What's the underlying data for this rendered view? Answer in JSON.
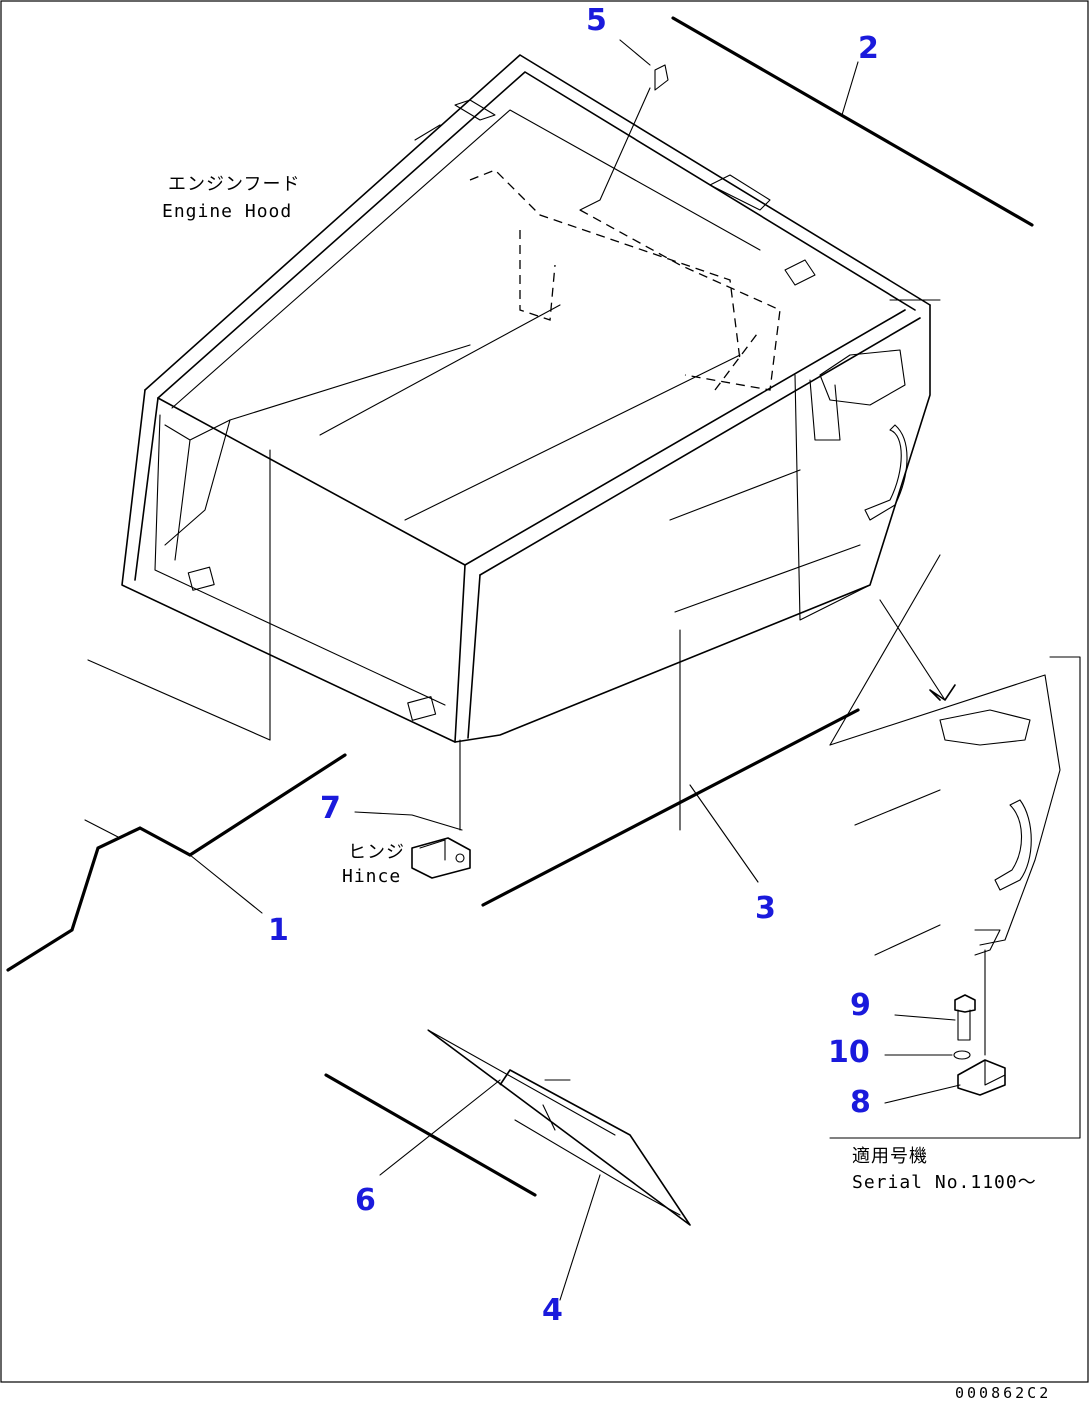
{
  "figure": {
    "drawing_code": "000862C2"
  },
  "annotations": {
    "engine_hood_jp": "エンジンフード",
    "engine_hood_en": "Engine Hood",
    "hinge_jp": "ヒンジ",
    "hinge_en": "Hince",
    "serial_jp": "適用号機",
    "serial_en": "Serial No.1100～"
  },
  "callouts": [
    {
      "id": "callout-1",
      "label": "1"
    },
    {
      "id": "callout-2",
      "label": "2"
    },
    {
      "id": "callout-3",
      "label": "3"
    },
    {
      "id": "callout-4",
      "label": "4"
    },
    {
      "id": "callout-5",
      "label": "5"
    },
    {
      "id": "callout-6",
      "label": "6"
    },
    {
      "id": "callout-7",
      "label": "7"
    },
    {
      "id": "callout-8",
      "label": "8"
    },
    {
      "id": "callout-9",
      "label": "9"
    },
    {
      "id": "callout-10",
      "label": "10"
    }
  ]
}
